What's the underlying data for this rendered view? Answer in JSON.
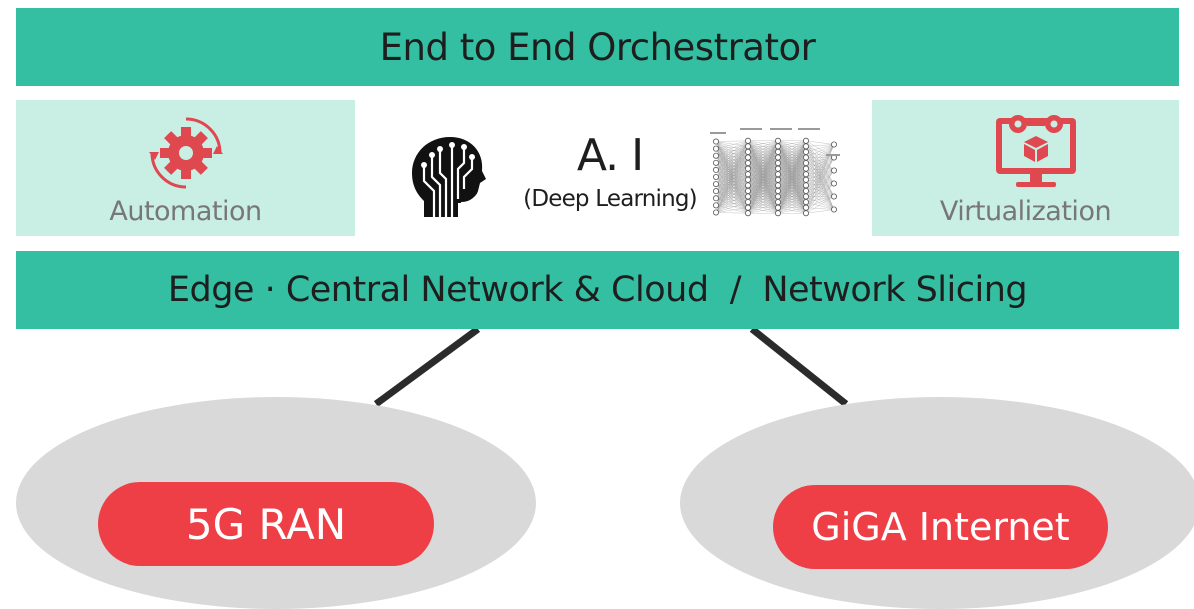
{
  "header": {
    "title": "End to End Orchestrator"
  },
  "automation": {
    "label": "Automation",
    "icon": "gear-cycle-icon"
  },
  "ai": {
    "title": "A. I",
    "subtitle": "(Deep Learning)",
    "head_icon": "ai-head-icon",
    "network_icon": "neural-network-icon"
  },
  "virtualization": {
    "label": "Virtualization",
    "icon": "monitor-cube-icon"
  },
  "network": {
    "title": "Edge · Central Network & Cloud  /  Network Slicing"
  },
  "nodes": [
    {
      "label": "5G RAN"
    },
    {
      "label": "GiGA Internet"
    }
  ],
  "colors": {
    "band": "#34bfa3",
    "panel": "#c9efe5",
    "accent": "#ee3e46",
    "ellipse": "#d9d9d9"
  }
}
